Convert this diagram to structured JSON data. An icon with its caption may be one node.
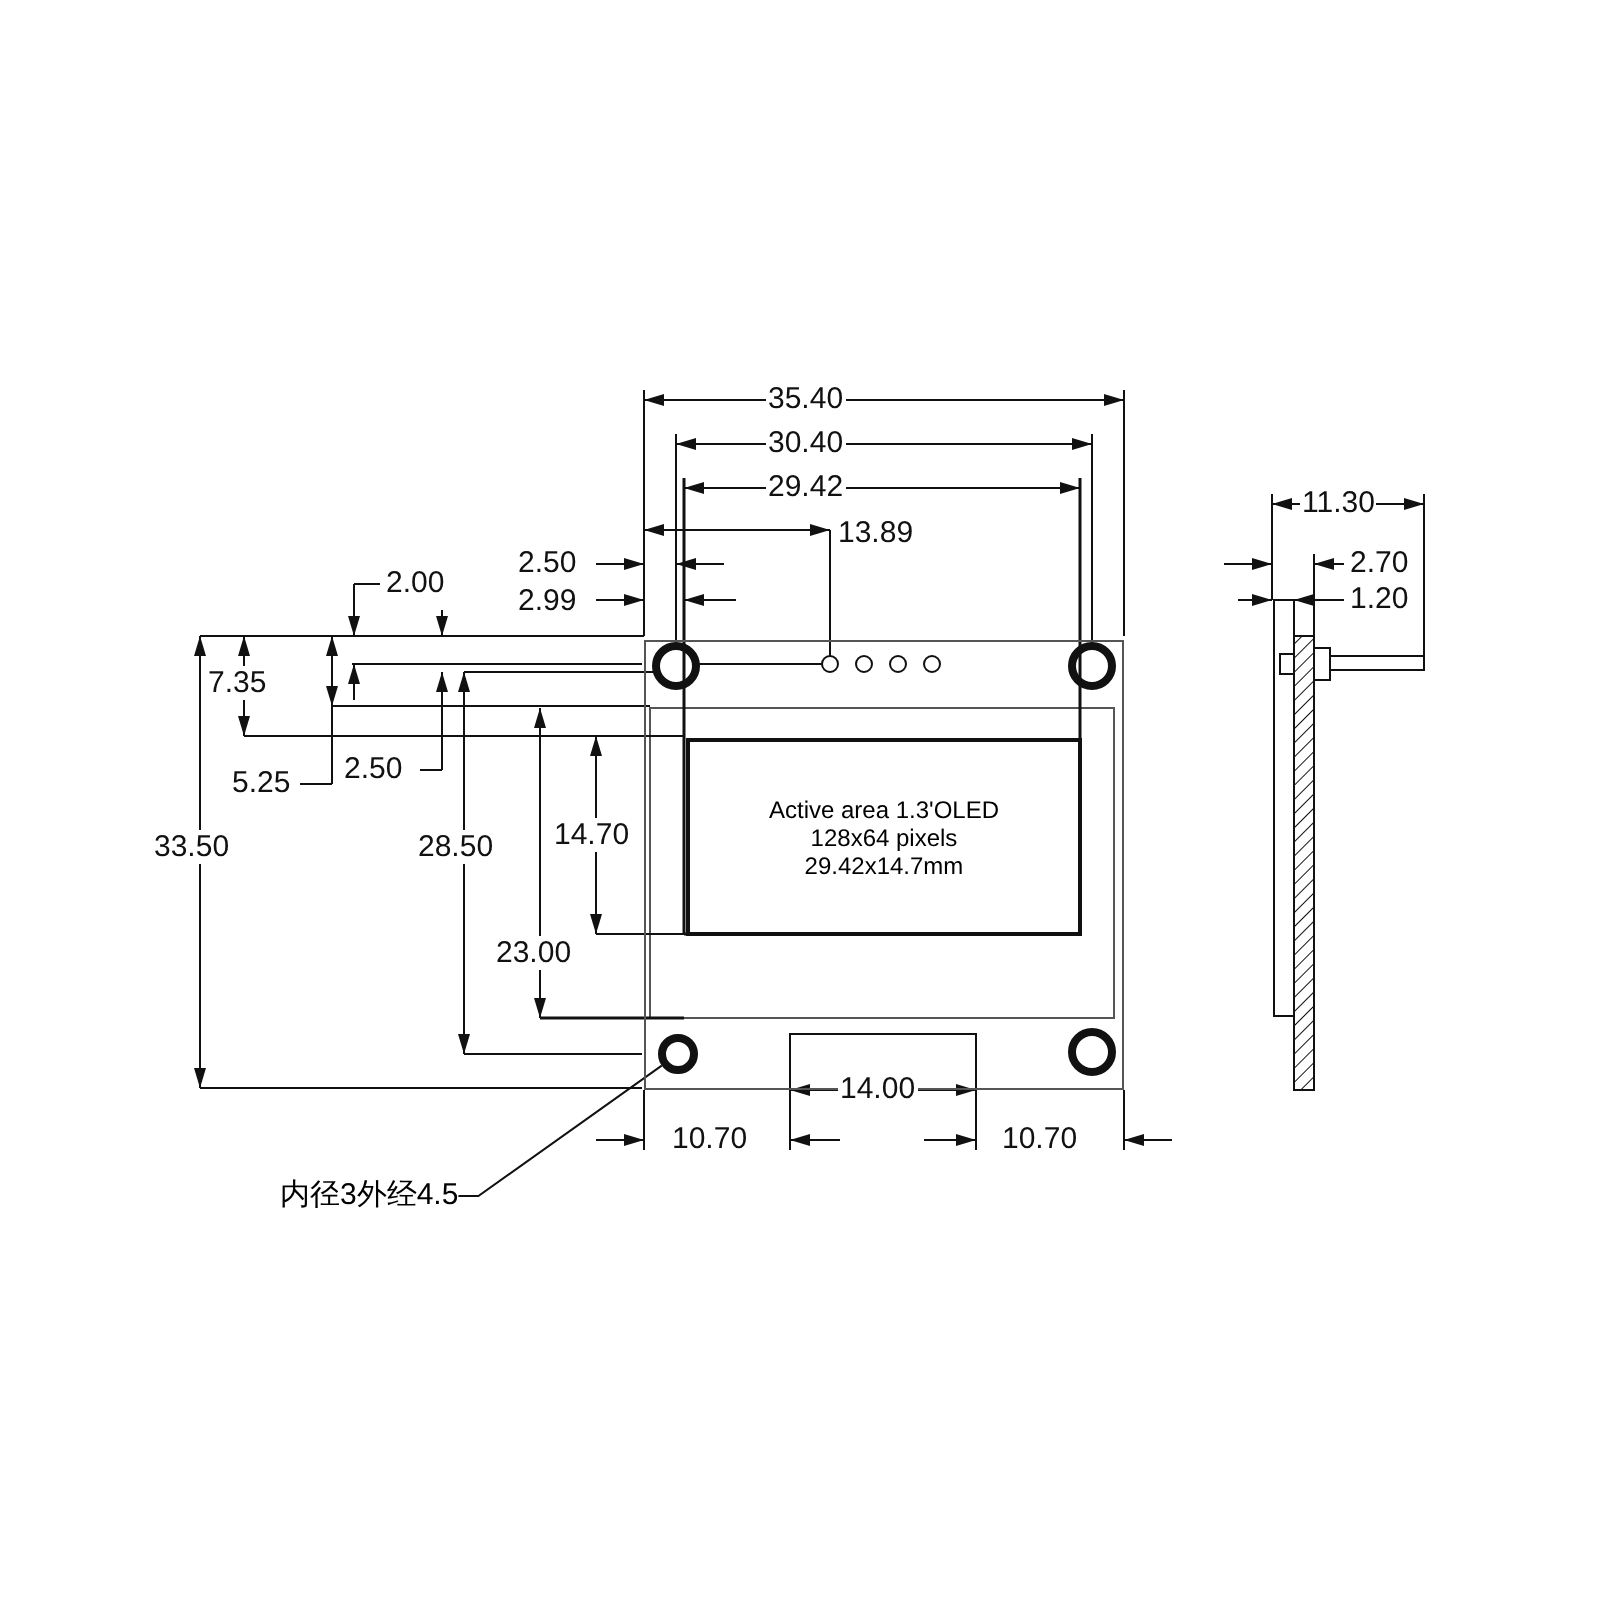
{
  "diagram": {
    "nodes": [
      {
        "text": [],
        "shape": "box"
      },
      {
        "text": [
          "Active area 1.3'OLED",
          "128x64 pixels",
          "29.42x14.7mm"
        ],
        "in": 0
      },
      {
        "text": [],
        "shape": "circle",
        "in": 0
      },
      {
        "text": [
          "内径3外经4.5"
        ]
      }
    ],
    "edges": [
      {
        "from": 3,
        "to": 2,
        "arrow": "none"
      }
    ],
    "labels": [
      "35.40",
      "30.40",
      "29.42",
      "11.30",
      "2.50",
      "13.89",
      "2.70",
      "2.00",
      "2.99",
      "1.20",
      "7.35",
      "5.25",
      "2.50",
      "33.50",
      "28.50",
      "14.70",
      "23.00",
      "14.00",
      "10.70",
      "10.70"
    ]
  }
}
